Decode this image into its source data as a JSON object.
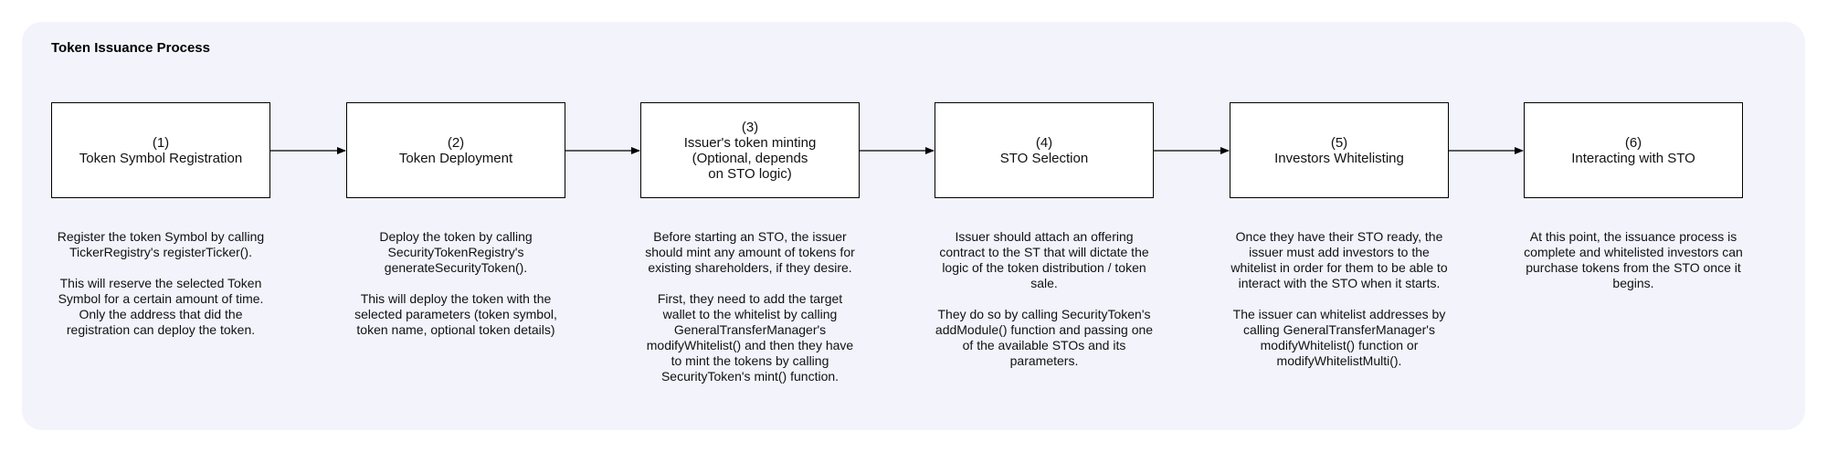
{
  "title": "Token Issuance Process",
  "colors": {
    "panel": "#f2f3fb",
    "box_fill": "#ffffff",
    "stroke": "#000000"
  },
  "steps": [
    {
      "number": "(1)",
      "name": "Token Symbol Registration",
      "description": "Register the token Symbol by calling TickerRegistry's registerTicker().\n\nThis will reserve the selected Token Symbol for a certain amount of time. Only the address that did the registration can deploy the token."
    },
    {
      "number": "(2)",
      "name": "Token Deployment",
      "description": "Deploy the token by calling SecurityTokenRegistry's generateSecurityToken().\n\nThis will deploy the token with the selected parameters (token symbol, token name, optional token details)"
    },
    {
      "number": "(3)",
      "name": "Issuer's token minting\n(Optional, depends\non STO logic)",
      "description": "Before starting an STO, the issuer should mint any amount of tokens for existing shareholders, if they desire.\n\nFirst, they need to add the target wallet to the whitelist by calling GeneralTransferManager's modifyWhitelist() and then they have to mint the tokens by calling SecurityToken's mint() function."
    },
    {
      "number": "(4)",
      "name": "STO Selection",
      "description": "Issuer should attach an offering contract to the ST that will dictate the logic of the token distribution / token sale.\n\nThey do so by calling SecurityToken's addModule() function and passing one of the available STOs and its parameters."
    },
    {
      "number": "(5)",
      "name": "Investors Whitelisting",
      "description": "Once they have their STO ready, the issuer must add investors to the whitelist in order for them to be able to interact with the STO when it starts.\n\nThe issuer can whitelist addresses by calling GeneralTransferManager's modifyWhitelist() function or modifyWhitelistMulti()."
    },
    {
      "number": "(6)",
      "name": "Interacting with STO",
      "description": "At this point, the issuance process is complete and whitelisted investors can purchase tokens from the STO once it begins."
    }
  ]
}
